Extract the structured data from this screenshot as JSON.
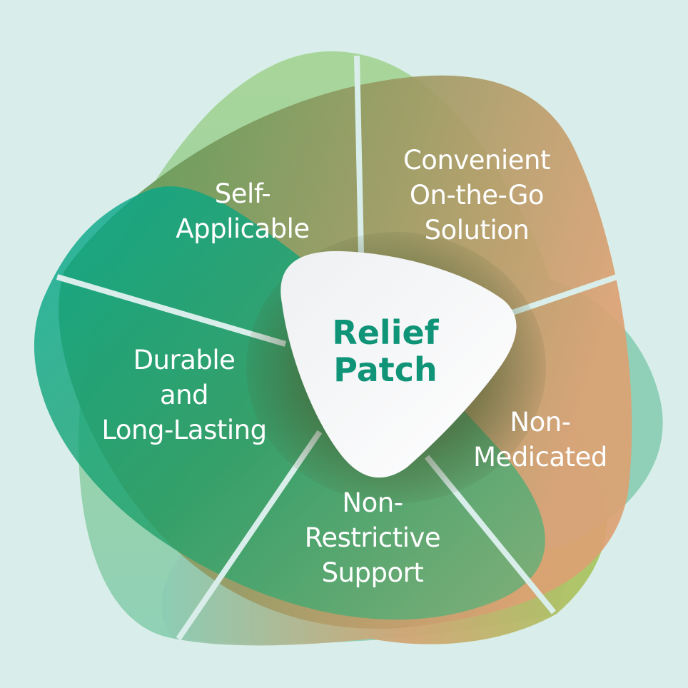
{
  "diagram": {
    "center": {
      "line1": "Relief",
      "line2": "Patch",
      "color": "#0f9478"
    },
    "segments": [
      {
        "id": "self-applicable",
        "lines": [
          "Self-",
          "Applicable"
        ]
      },
      {
        "id": "convenient",
        "lines": [
          "Convenient",
          "On-the-Go",
          "Solution"
        ]
      },
      {
        "id": "non-medicated",
        "lines": [
          "Non-",
          "Medicated"
        ]
      },
      {
        "id": "non-restrictive",
        "lines": [
          "Non-",
          "Restrictive",
          "Support"
        ]
      },
      {
        "id": "durable",
        "lines": [
          "Durable",
          "and",
          "Long-Lasting"
        ]
      }
    ],
    "colors": {
      "background": "#d9eeea",
      "divider": "#d9eeea",
      "teal": "#00a88f",
      "green": "#2fa05a",
      "light_green": "#a6d495",
      "orange": "#d9a070",
      "olive": "#8a9060"
    }
  }
}
